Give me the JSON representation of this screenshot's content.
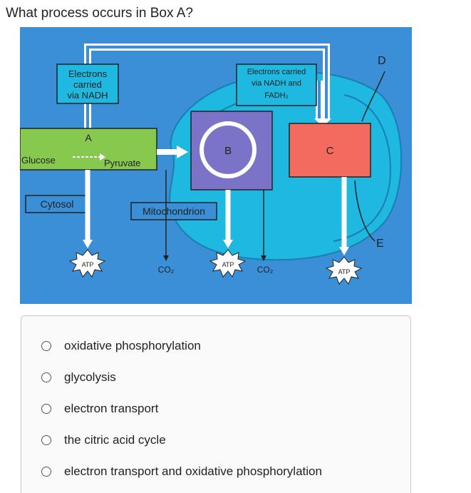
{
  "question": "What process occurs in Box A?",
  "diagram": {
    "label_electrons_nadh": [
      "Electrons",
      "carried",
      "via NADH"
    ],
    "label_electrons_nadh_fadh": [
      "Electrons carried",
      "via NADH and",
      "FADH₂"
    ],
    "box_a": "A",
    "box_b": "B",
    "box_c": "C",
    "label_d": "D",
    "label_e": "E",
    "glucose": "Glucose",
    "pyruvate": "Pyruvate",
    "cytosol": "Cytosol",
    "mitochondrion": "Mitochondrion",
    "co2": "CO₂",
    "atp": "ATP",
    "colors": {
      "background": "#3a8fd6",
      "mitochondrion": "#1fb8e0",
      "box_a": "#86c94e",
      "box_b": "#7b73c8",
      "box_c": "#f26b5e"
    }
  },
  "options": [
    "oxidative phosphorylation",
    "glycolysis",
    "electron transport",
    "the citric acid cycle",
    "electron transport and oxidative phosphorylation"
  ]
}
